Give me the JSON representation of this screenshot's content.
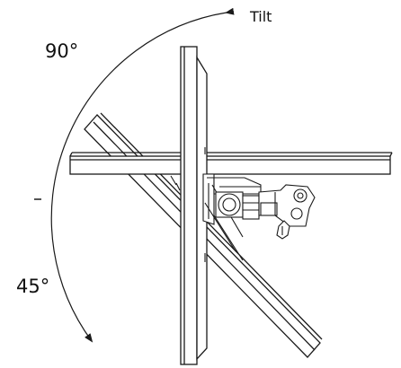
{
  "labels": {
    "tilt": "Tilt",
    "angle_upper": "90°",
    "angle_lower": "45°"
  },
  "colors": {
    "stroke": "#1a1a1a",
    "background": "#ffffff"
  }
}
